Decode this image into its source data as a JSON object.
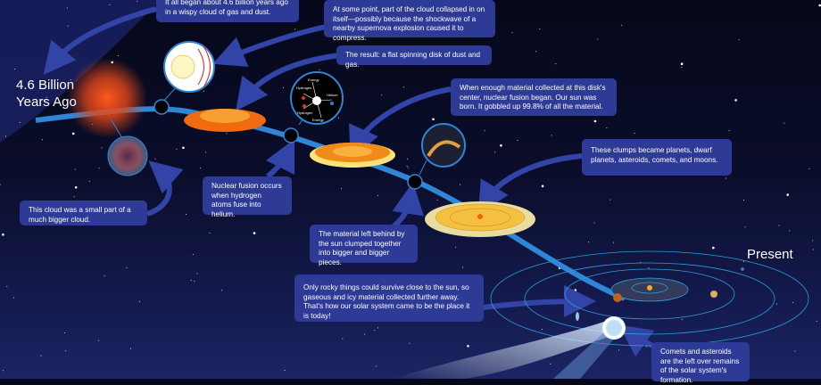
{
  "labels": {
    "start": [
      "4.6 Billion",
      "Years Ago"
    ],
    "end": "Present"
  },
  "callouts": [
    "It all began about 4.6 billion years ago in a wispy cloud of gas and dust.",
    "At some point, part of the cloud collapsed in on itself—possibly because the shockwave of a nearby supernova explosion caused it to compress.",
    "The result: a flat spinning disk of dust and gas.",
    "When enough material collected at this disk's center, nuclear fusion began. Our sun was born. It gobbled up 99.8% of all the material.",
    "These clumps became planets, dwarf planets, asteroids, comets, and moons.",
    "This cloud was a small part of a much bigger cloud.",
    "Nuclear fusion occurs when hydrogen atoms fuse into helium.",
    "The material left behind by the sun clumped together into bigger and bigger pieces.",
    "Only rocky things could survive close to the sun, so gaseous and icy material collected further away. That's how our solar system came to be the place it is today!",
    "Comets and asteroids are the left over remains of the solar system's formation."
  ],
  "fusion_diagram": {
    "energy_top": "Energy",
    "hydrogen_top": "Hydrogen",
    "helium": "Helium",
    "hydrogen_bottom": "Hydrogen",
    "energy_bottom": "Energy"
  },
  "colors": {
    "callout": "#2d3a96",
    "timeline": "#2f86d6",
    "arrow": "#3344a8",
    "background": "#0a0d2a"
  }
}
